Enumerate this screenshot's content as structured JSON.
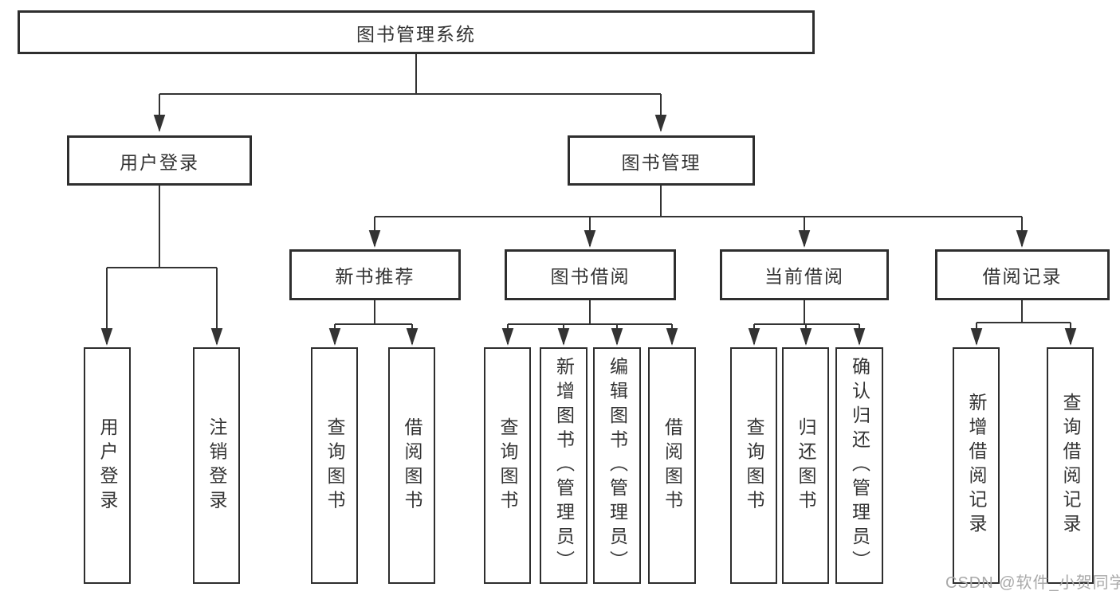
{
  "tree": {
    "label": "图书管理系统",
    "children": [
      {
        "label": "用户登录",
        "children": [
          {
            "label": "用户登录"
          },
          {
            "label": "注销登录"
          }
        ]
      },
      {
        "label": "图书管理",
        "children": [
          {
            "label": "新书推荐",
            "children": [
              {
                "label": "查询图书"
              },
              {
                "label": "借阅图书"
              }
            ]
          },
          {
            "label": "图书借阅",
            "children": [
              {
                "label": "查询图书"
              },
              {
                "label": "新增图书（管理员）"
              },
              {
                "label": "编辑图书（管理员）"
              },
              {
                "label": "借阅图书"
              }
            ]
          },
          {
            "label": "当前借阅",
            "children": [
              {
                "label": "查询图书"
              },
              {
                "label": "归还图书"
              },
              {
                "label": "确认归还（管理员）"
              }
            ]
          },
          {
            "label": "借阅记录",
            "children": [
              {
                "label": "新增借阅记录"
              },
              {
                "label": "查询借阅记录"
              }
            ]
          }
        ]
      }
    ]
  },
  "watermark": {
    "text": "CSDN @软件_小贺同学"
  },
  "colors": {
    "line": "#333333",
    "box_border": "#2e2e2e",
    "text": "#333333",
    "watermark": "#a9a9a9",
    "background": "#ffffff"
  }
}
